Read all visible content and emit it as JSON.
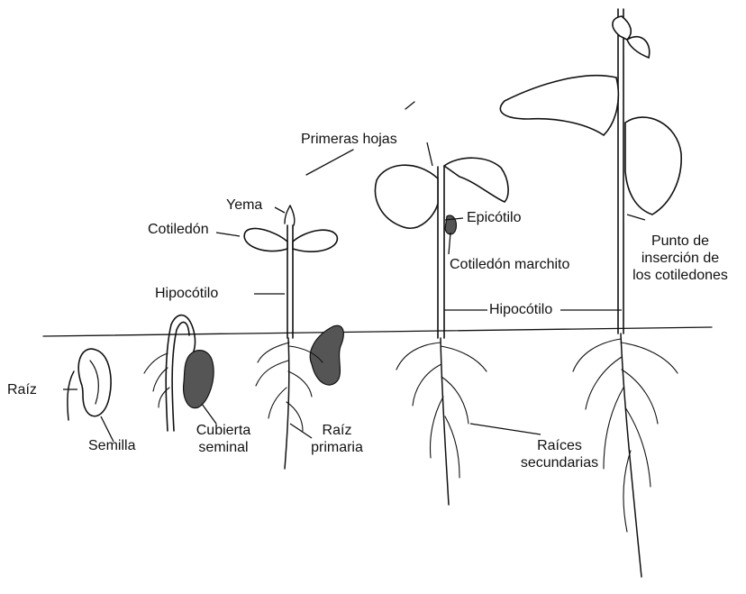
{
  "labels": {
    "raiz": "Raíz",
    "semilla": "Semilla",
    "cubierta_1": "Cubierta",
    "cubierta_2": "seminal",
    "hipocotilo_1": "Hipocótilo",
    "cotiledon": "Cotiledón",
    "yema": "Yema",
    "raiz_primaria_1": "Raíz",
    "raiz_primaria_2": "primaria",
    "primeras_hojas": "Primeras hojas",
    "epicotilo": "Epicótilo",
    "cotiledon_marchito": "Cotiledón marchito",
    "hipocotilo_2": "Hipocótilo",
    "raices_sec_1": "Raíces",
    "raices_sec_2": "secundarias",
    "punto_1": "Punto de",
    "punto_2": "inserción de",
    "punto_3": "los cotiledones"
  },
  "colors": {
    "ink": "#111111",
    "background": "#ffffff"
  }
}
